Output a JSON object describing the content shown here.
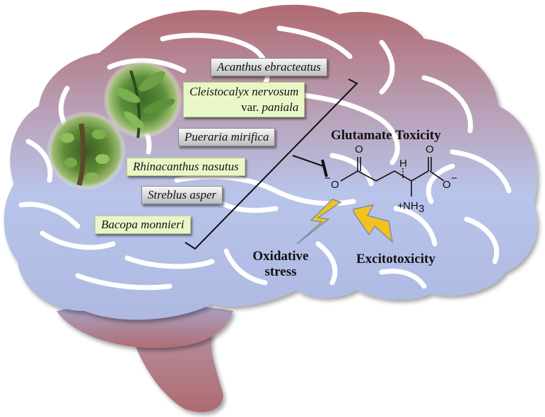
{
  "plants": [
    {
      "id": "acanthus",
      "name": "Acanthus ebracteatus",
      "style": "gray"
    },
    {
      "id": "cleistocalyx",
      "name": "Cleistocalyx nervosum",
      "name_line2_prefix": "var. ",
      "name_line2_italic": "paniala",
      "style": "green"
    },
    {
      "id": "pueraria",
      "name": "Pueraria mirifica",
      "style": "gray"
    },
    {
      "id": "rhinacanthus",
      "name": "Rhinacanthus nasutus",
      "style": "green"
    },
    {
      "id": "streblus",
      "name": "Streblus asper",
      "style": "gray"
    },
    {
      "id": "bacopa",
      "name": "Bacopa monnieri",
      "style": "green"
    }
  ],
  "labels": {
    "glutamate_toxicity": "Glutamate Toxicity",
    "oxidative_stress_l1": "Oxidative",
    "oxidative_stress_l2": "stress",
    "excitotoxicity": "Excitotoxicity"
  },
  "chem": {
    "o_top_left": "O",
    "o_top_right": "O",
    "o_minus_left": "O",
    "o_minus_right": "O",
    "h": "H",
    "nh3": "NH",
    "nh3_sub": "3",
    "plus": "+",
    "minus": "−"
  },
  "colors": {
    "brain_top": "#b5676c",
    "brain_bottom": "#b8c3e8",
    "highlight_green": "#e9f7c8",
    "bolt": "#f0c020"
  }
}
